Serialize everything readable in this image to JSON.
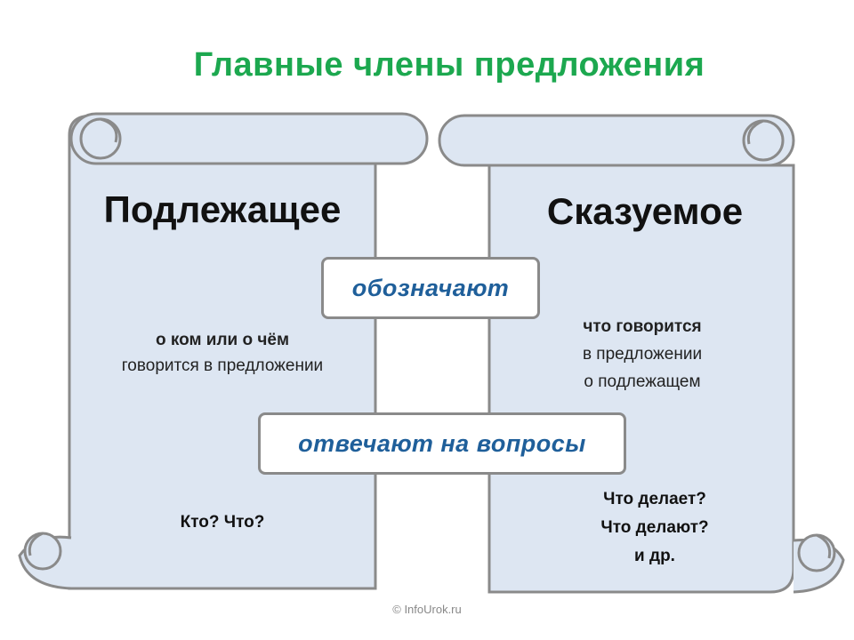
{
  "title": "Главные члены предложения",
  "left_scroll": {
    "heading": "Подлежащее",
    "description_line1": "о ком или о чём",
    "description_line2": "говорится в предложении",
    "questions": "Кто? Что?"
  },
  "right_scroll": {
    "heading": "Сказуемое",
    "description_line1": "что говорится",
    "description_line2": "в предложении",
    "description_line3": "о подлежащем",
    "question_line1": "Что делает?",
    "question_line2": "Что делают?",
    "question_line3": "и др."
  },
  "connectors": {
    "denote": "обозначают",
    "answer": "отвечают на вопросы"
  },
  "footer": "© InfoUrok.ru",
  "colors": {
    "title": "#1ca84f",
    "scroll_fill": "#dde6f2",
    "scroll_stroke": "#8a8a8a",
    "chip_text": "#1f5f9a"
  }
}
